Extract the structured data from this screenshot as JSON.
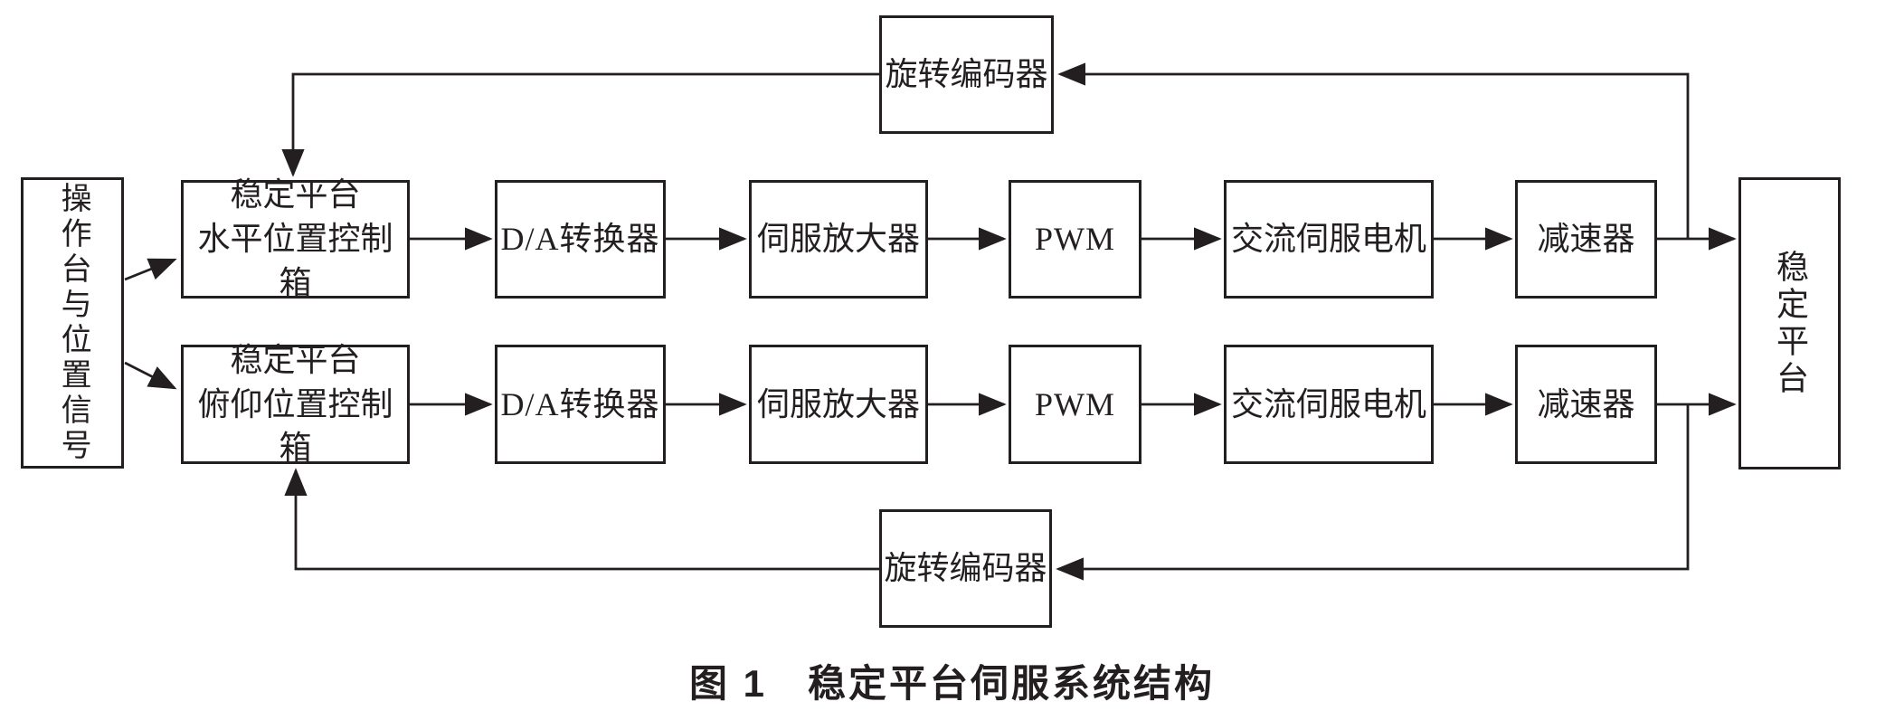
{
  "colors": {
    "ink": "#231f20",
    "background": "#ffffff"
  },
  "caption": "图 1　稳定平台伺服系统结构",
  "nodes": {
    "console": "操作台与位置信号",
    "platform": "稳定平台",
    "encoder_top": "旋转编码器",
    "encoder_bottom": "旋转编码器",
    "row1": {
      "controller_line1": "稳定平台",
      "controller_line2": "水平位置控制箱",
      "dac": "D/A转换器",
      "amplifier": "伺服放大器",
      "pwm": "PWM",
      "motor": "交流伺服电机",
      "reducer": "减速器"
    },
    "row2": {
      "controller_line1": "稳定平台",
      "controller_line2": "俯仰位置控制箱",
      "dac": "D/A转换器",
      "amplifier": "伺服放大器",
      "pwm": "PWM",
      "motor": "交流伺服电机",
      "reducer": "减速器"
    }
  }
}
